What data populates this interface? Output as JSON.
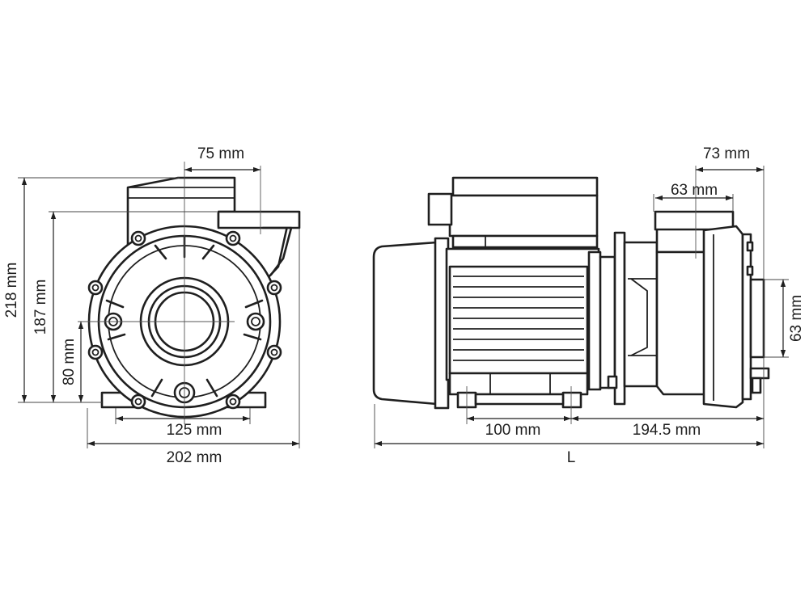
{
  "front_view": {
    "outlet_offset": "75 mm",
    "total_height": "218 mm",
    "axis_to_top": "187 mm",
    "axis_height": "80 mm",
    "foot_spacing": "125 mm",
    "total_width": "202 mm"
  },
  "side_view": {
    "outlet_width": "73 mm",
    "outlet_diameter": "63 mm",
    "inlet_diameter": "63 mm",
    "foot_spacing": "100 mm",
    "foot_to_inlet": "194.5 mm",
    "total_length": "L"
  },
  "colors": {
    "line": "#1f1f1f",
    "background": "#ffffff"
  }
}
